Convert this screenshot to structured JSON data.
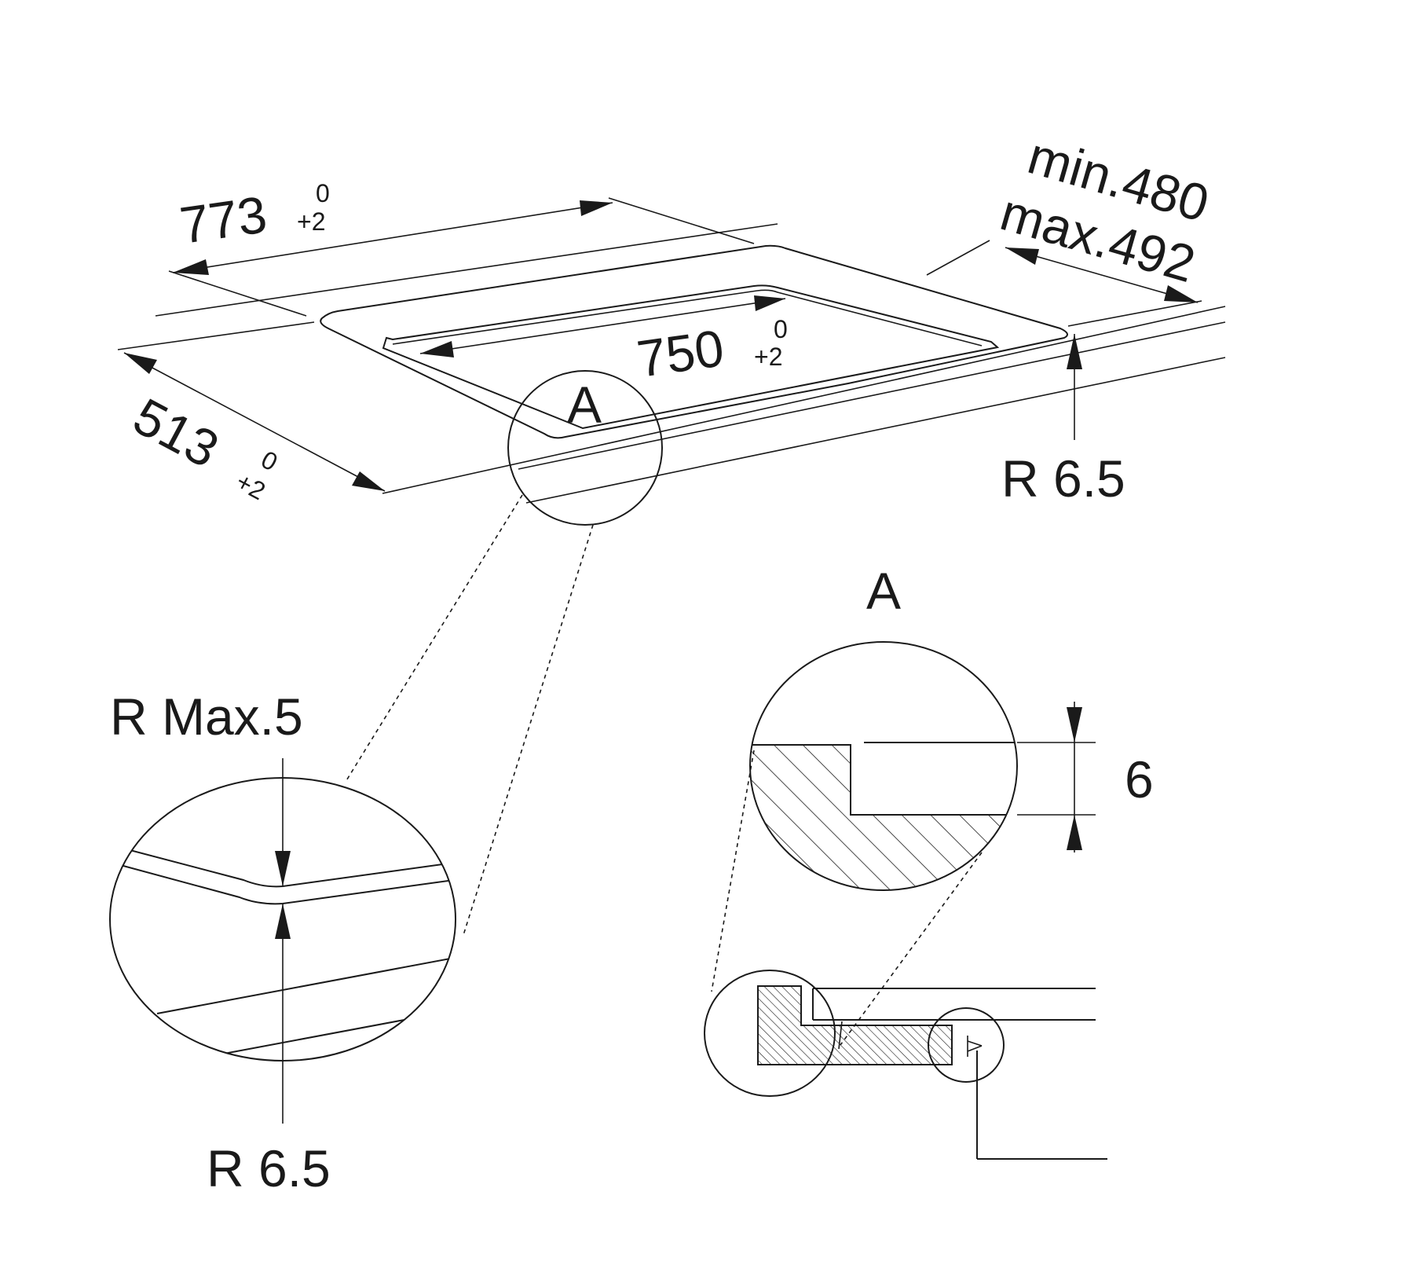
{
  "colors": {
    "ink": "#1a1a1a",
    "background": "#ffffff"
  },
  "dimensions": {
    "overall_length": {
      "value": "773",
      "tol_upper": "0",
      "tol_lower": "+2"
    },
    "inner_length": {
      "value": "750",
      "tol_upper": "0",
      "tol_lower": "+2"
    },
    "overall_depth": {
      "value": "513",
      "tol_upper": "0",
      "tol_lower": "+2"
    },
    "worktop_min": "min.480",
    "worktop_max": "max.492",
    "corner_radius_top": "R 6.5",
    "corner_radius_detail": "R 6.5",
    "radius_max": "R Max.5",
    "rebate_depth": "6"
  },
  "labels": {
    "detail_marker": "A",
    "detail_title": "A"
  }
}
